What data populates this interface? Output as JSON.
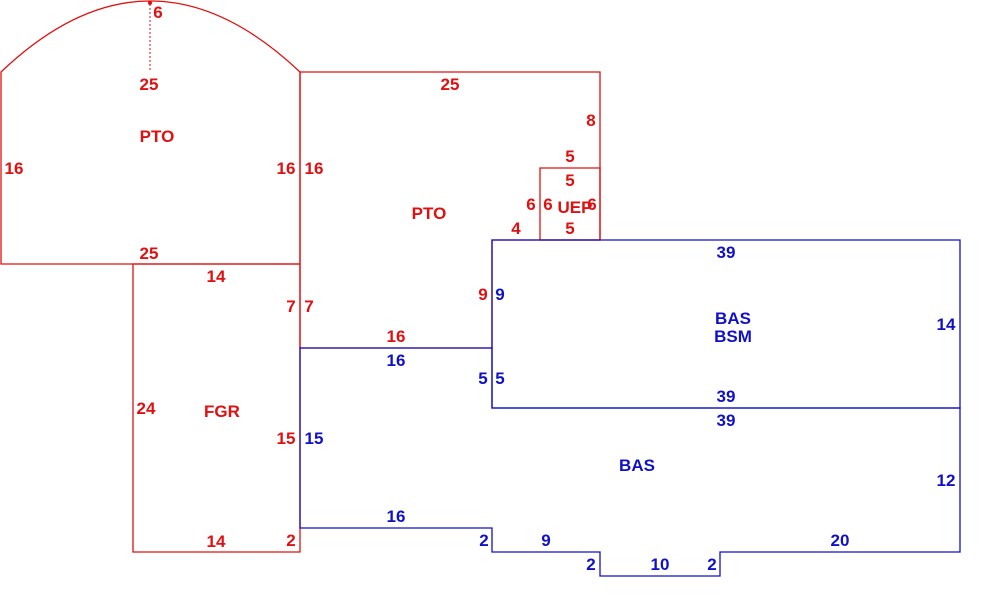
{
  "colors": {
    "porch": "#e01010",
    "living": "#1010c8"
  },
  "areas": {
    "pto_left": "PTO",
    "pto_center": "PTO",
    "uep": "UEP",
    "fgr": "FGR",
    "bas_bsm_line1": "BAS",
    "bas_bsm_line2": "BSM",
    "bas_lower": "BAS"
  },
  "dims": {
    "arc_rise": "6",
    "pto_left_inner_top": "25",
    "pto_left_left": "16",
    "pto_left_right": "16",
    "pto_left_bottom": "25",
    "pto_center_top": "25",
    "pto_center_left": "16",
    "pto_center_right_upper": "8",
    "pto_center_step": "4",
    "uep_top": "5",
    "uep_top_inner": "5",
    "uep_left": "6",
    "uep_left_inner": "6",
    "uep_right": "6",
    "uep_bottom": "5",
    "fgr_top": "14",
    "fgr_right_upper_red": "7",
    "fgr_right_upper_red2": "7",
    "fgr_left": "24",
    "fgr_right_lower_red": "15",
    "fgr_bottom": "14",
    "fgr_step": "2",
    "pto_center_bottom": "16",
    "pto_center_right_lower": "9",
    "bsm_top": "39",
    "bsm_left": "9",
    "bsm_right": "14",
    "bsm_bottom": "39",
    "bas_top_left": "16",
    "bas_left_upper": "15",
    "bas_step_left": "5",
    "bas_step_left2": "5",
    "bas_top_right": "39",
    "bas_right": "12",
    "bas_bottom_left": "16",
    "bas_notch_a": "2",
    "bas_run_a": "9",
    "bas_notch_b": "2",
    "bas_bottom_mid": "10",
    "bas_notch_c": "2",
    "bas_bottom_right": "20"
  }
}
